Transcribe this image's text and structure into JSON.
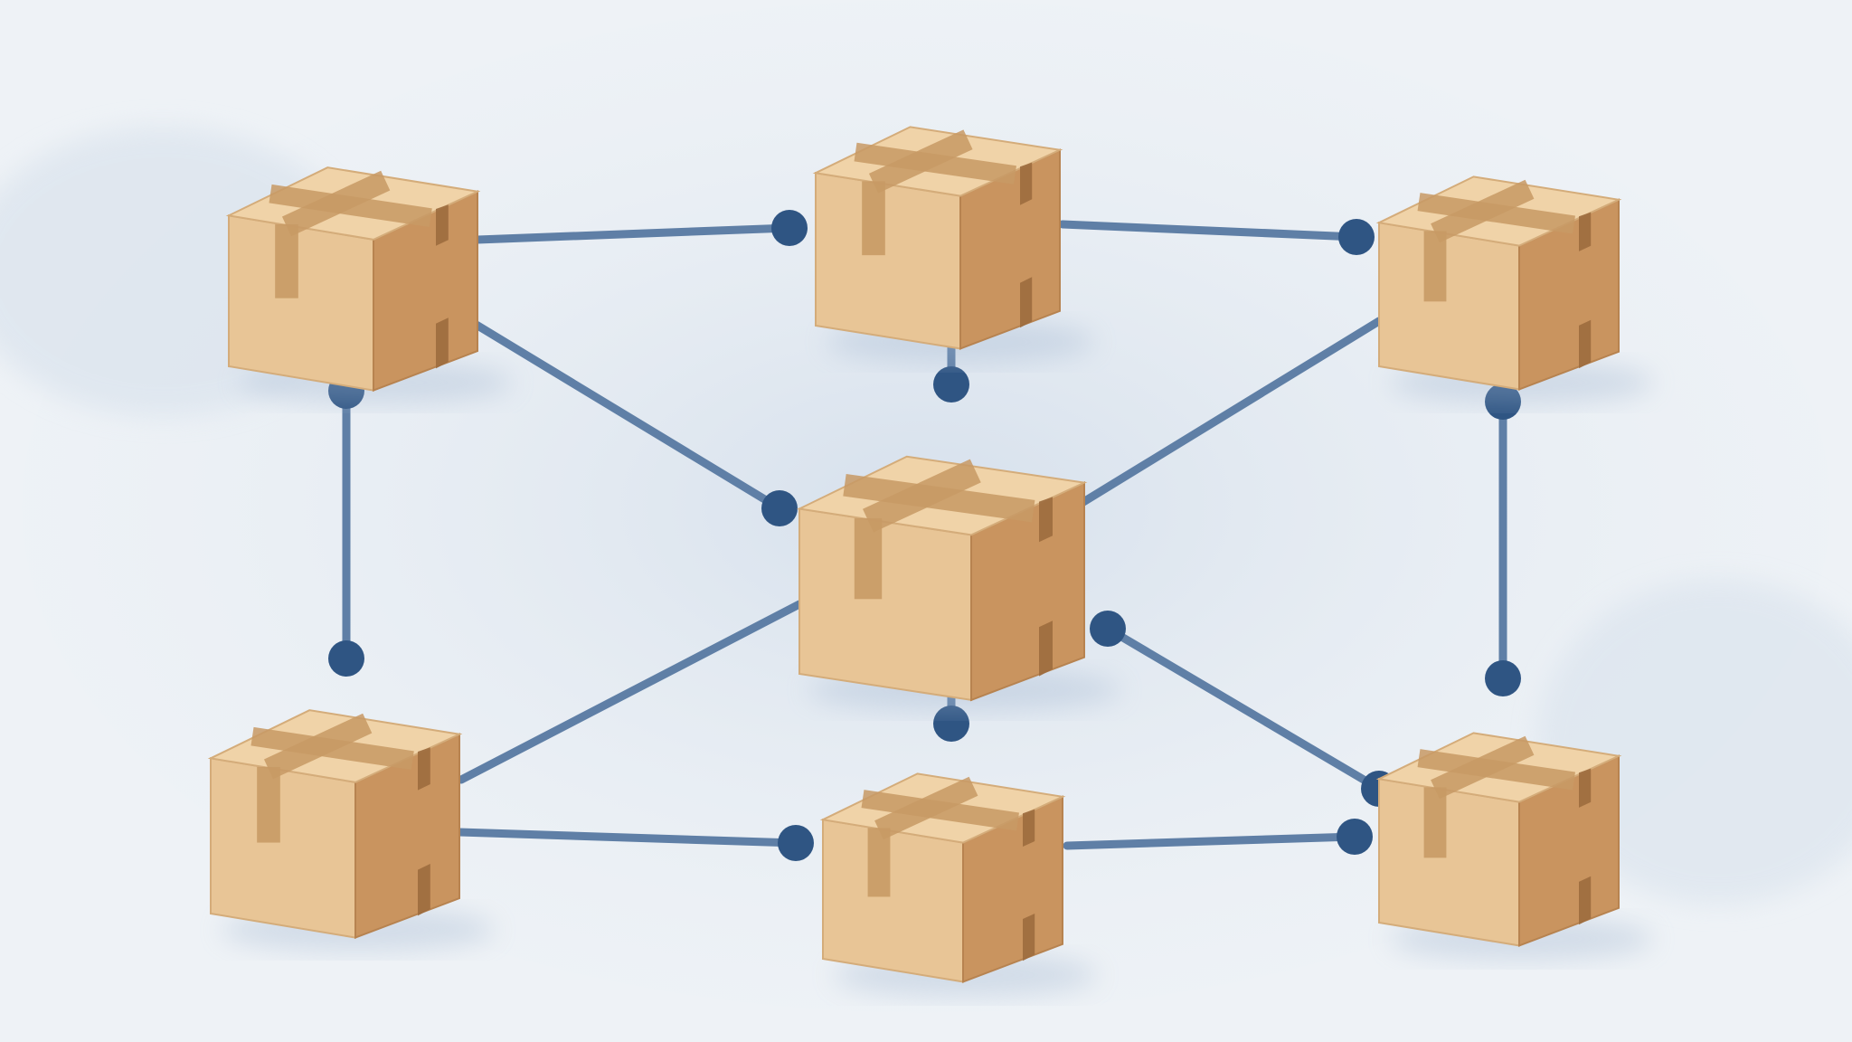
{
  "palette": {
    "background": "#eef2f6",
    "wash": "#c9d6e6",
    "connector": "#5f7fa6",
    "connector_node": "#2f5583",
    "box_front": "#e8c596",
    "box_side": "#c9945f",
    "box_top": "#f0d3a8",
    "tape": "#c89a65",
    "tape_dark": "#9c6b3e"
  },
  "diagram": {
    "boxes": [
      {
        "id": "box-top-left",
        "icon": "cardboard-box-icon"
      },
      {
        "id": "box-top-center",
        "icon": "cardboard-box-icon"
      },
      {
        "id": "box-top-right",
        "icon": "cardboard-box-icon"
      },
      {
        "id": "box-center",
        "icon": "cardboard-box-icon"
      },
      {
        "id": "box-bottom-left",
        "icon": "cardboard-box-icon"
      },
      {
        "id": "box-bottom-center",
        "icon": "cardboard-box-icon"
      },
      {
        "id": "box-bottom-right",
        "icon": "cardboard-box-icon"
      }
    ],
    "connections": [
      [
        "box-top-left",
        "box-top-center"
      ],
      [
        "box-top-center",
        "box-top-right"
      ],
      [
        "box-top-left",
        "box-bottom-left"
      ],
      [
        "box-top-right",
        "box-bottom-right"
      ],
      [
        "box-top-left",
        "box-center"
      ],
      [
        "box-top-right",
        "box-center"
      ],
      [
        "box-bottom-left",
        "box-center"
      ],
      [
        "box-bottom-right",
        "box-center"
      ],
      [
        "box-top-center",
        "box-center"
      ],
      [
        "box-bottom-center",
        "box-center"
      ],
      [
        "box-bottom-left",
        "box-bottom-center"
      ],
      [
        "box-bottom-center",
        "box-bottom-right"
      ]
    ]
  }
}
